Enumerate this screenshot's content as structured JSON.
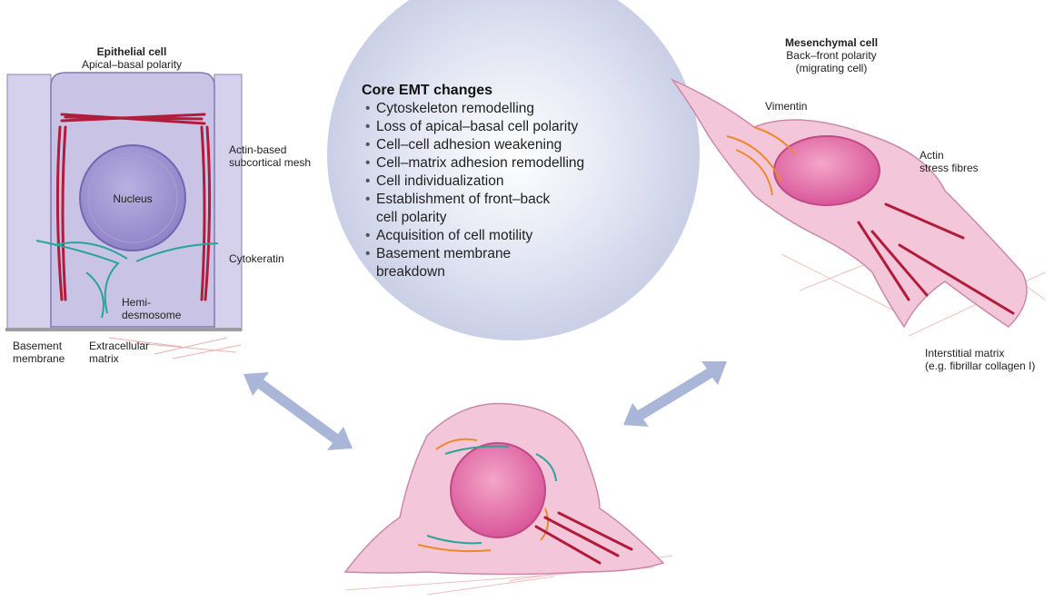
{
  "epithelial": {
    "title": "Epithelial cell",
    "subtitle": "Apical–basal polarity",
    "labels": {
      "actin": "Actin-based\nsubcortical mesh",
      "nucleus": "Nucleus",
      "cytokeratin": "Cytokeratin",
      "hemidesmosome": "Hemi-\ndesmosome",
      "basement": "Basement\nmembrane",
      "ecm": "Extracellular\nmatrix"
    }
  },
  "mesenchymal": {
    "title": "Mesenchymal cell",
    "subtitle": "Back–front polarity\n(migrating cell)",
    "labels": {
      "vimentin": "Vimentin",
      "actin": "Actin\nstress fibres",
      "matrix": "Interstitial matrix\n(e.g. fibrillar collagen I)"
    }
  },
  "core": {
    "heading": "Core EMT changes",
    "items": [
      "Cytoskeleton remodelling",
      "Loss of apical–basal cell polarity",
      "Cell–cell adhesion weakening",
      "Cell–matrix adhesion remodelling",
      "Cell individualization",
      "Establishment of front–back\ncell polarity",
      "Acquisition of cell motility",
      "Basement membrane\nbreakdown"
    ]
  },
  "colors": {
    "epithelial_fill": "#c9c4e6",
    "mesenchymal_fill": "#f3c6da",
    "nucleus_epi": "#9a90cf",
    "nucleus_mes": "#e06aa0",
    "actin": "#b01c3a",
    "cytokeratin": "#2aa39a",
    "vimentin": "#ec8a2a",
    "arrow": "#aab6d8"
  }
}
